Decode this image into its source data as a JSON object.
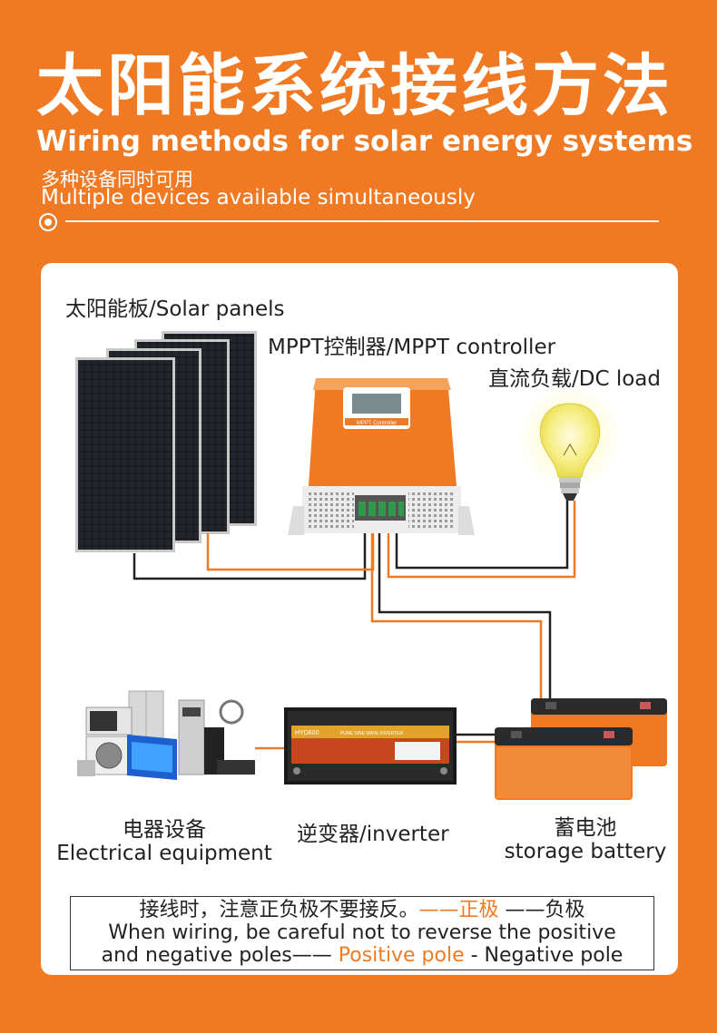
{
  "header": {
    "title_zh": "太阳能系统接线方法",
    "title_en": "Wiring methods for solar energy systems",
    "subtitle_zh": "多种设备同时可用",
    "subtitle_en": "Multiple devices available simultaneously"
  },
  "components": {
    "solar_panels": "太阳能板/Solar panels",
    "controller": "MPPT控制器/MPPT controller",
    "controller_screen": "MPPT Controller",
    "dc_load": "直流负载/DC load",
    "appliances_zh": "电器设备",
    "appliances_en": "Electrical equipment",
    "inverter": "逆变器/inverter",
    "inverter_brand": "HYD600",
    "inverter_banner": "PURE SINE WAVE INVERTER",
    "battery_zh": "蓄电池",
    "battery_en": "storage battery"
  },
  "notice": {
    "line1_prefix": "接线时，注意正负极不要接反。",
    "line1_positive": "——正极",
    "line1_negative": " ——负极",
    "line2": "When wiring, be careful not to reverse the positive",
    "line3_prefix": "and negative poles—— ",
    "line3_positive": "Positive pole",
    "line3_suffix": " - Negative pole"
  },
  "colors": {
    "background": "#F07A23",
    "positive_wire": "#F07A23",
    "negative_wire": "#222222",
    "card": "#FFFFFF"
  }
}
